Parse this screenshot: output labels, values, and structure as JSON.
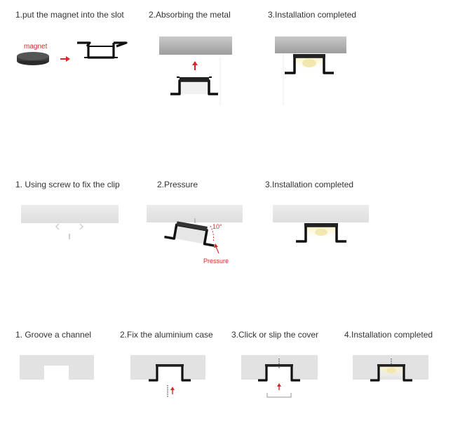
{
  "row1": {
    "steps": [
      "1.put the magnet into the slot",
      "2.Absorbing  the metal",
      "3.Installation completed"
    ],
    "magnet_label": "magnet"
  },
  "row2": {
    "steps": [
      "1. Using screw to fix the clip",
      "2.Pressure",
      "3.Installation completed"
    ],
    "angle_label": "10°",
    "pressure_label": "Pressure"
  },
  "row3": {
    "steps": [
      "1.  Groove a channel",
      "2.Fix the aluminium case",
      "3.Click or slip the cover",
      "4.Installation completed"
    ]
  },
  "colors": {
    "text": "#333333",
    "accent_red": "#d42a2a",
    "ceiling_light": "#e4e4e4",
    "metal_plate": "#a9a9a9",
    "profile": "#111111",
    "led_glow": "#f3e7b0"
  }
}
